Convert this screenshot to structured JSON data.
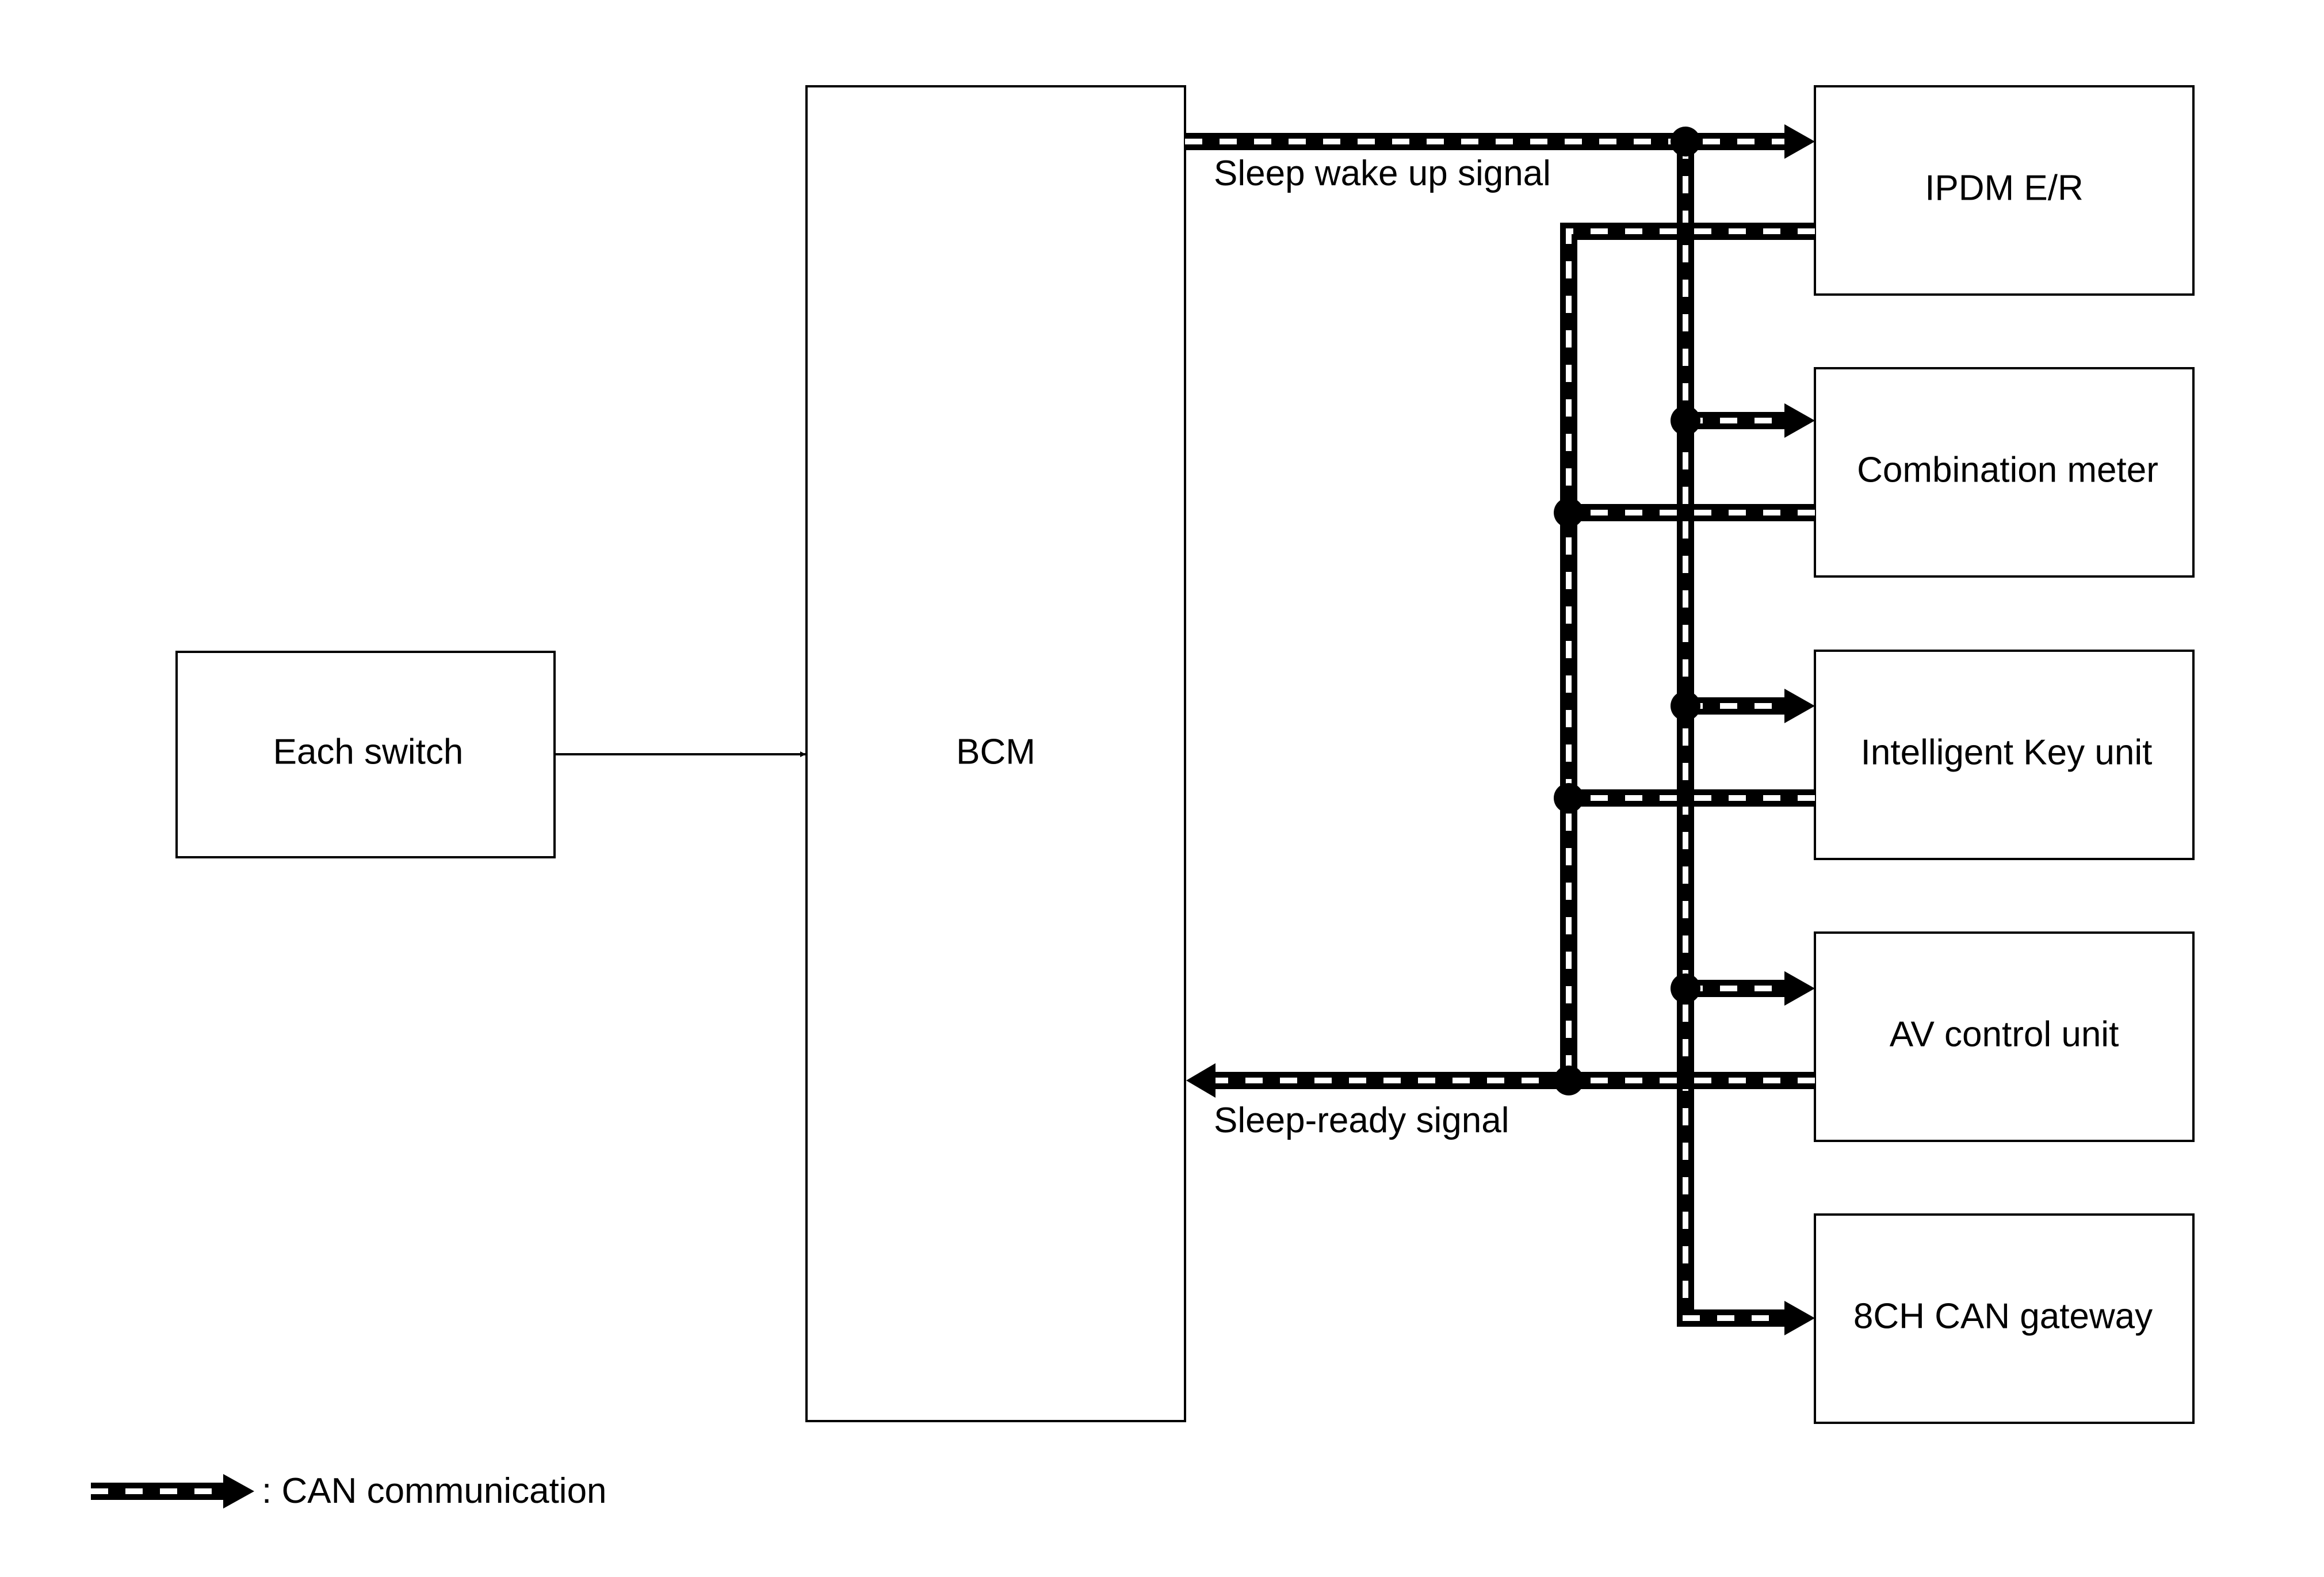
{
  "blocks": {
    "each_switch": "Each switch",
    "bcm": "BCM",
    "ipdm": "IPDM E/R",
    "combination_meter": "Combination meter",
    "intelligent_key": "Intelligent Key unit",
    "av_control": "AV control unit",
    "can_gateway": "8CH CAN gateway"
  },
  "signals": {
    "sleep_wake_up": "Sleep wake up signal",
    "sleep_ready": "Sleep-ready signal"
  },
  "legend": {
    "can_communication": ": CAN communication"
  },
  "colors": {
    "line": "#000000",
    "background": "#ffffff"
  }
}
